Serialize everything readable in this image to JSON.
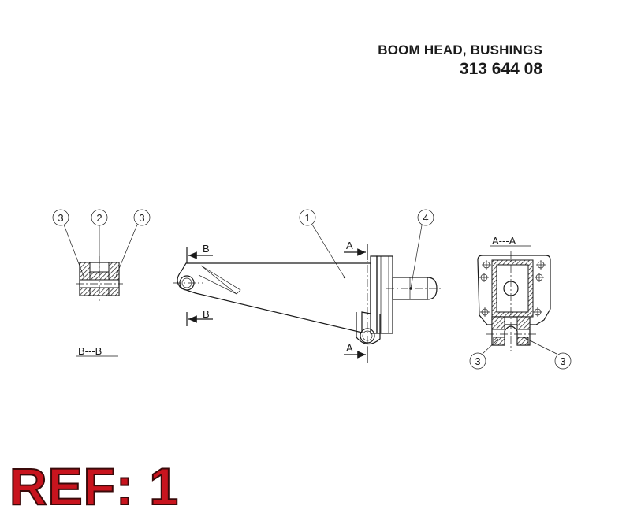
{
  "title": "BOOM HEAD, BUSHINGS",
  "part_number": "313 644 08",
  "reference": "REF: 1",
  "section_labels": {
    "b_left_view": "B---B",
    "a_right_view": "A---A",
    "arrow_b": "B",
    "arrow_a": "A"
  },
  "callouts": {
    "b_view_left": "3",
    "b_view_center": "2",
    "b_view_right": "3",
    "boom_body": "1",
    "pin": "4",
    "a_view_left": "3",
    "a_view_right": "3"
  },
  "colors": {
    "line": "#1a1a1a",
    "ref_text": "#c8141e"
  }
}
